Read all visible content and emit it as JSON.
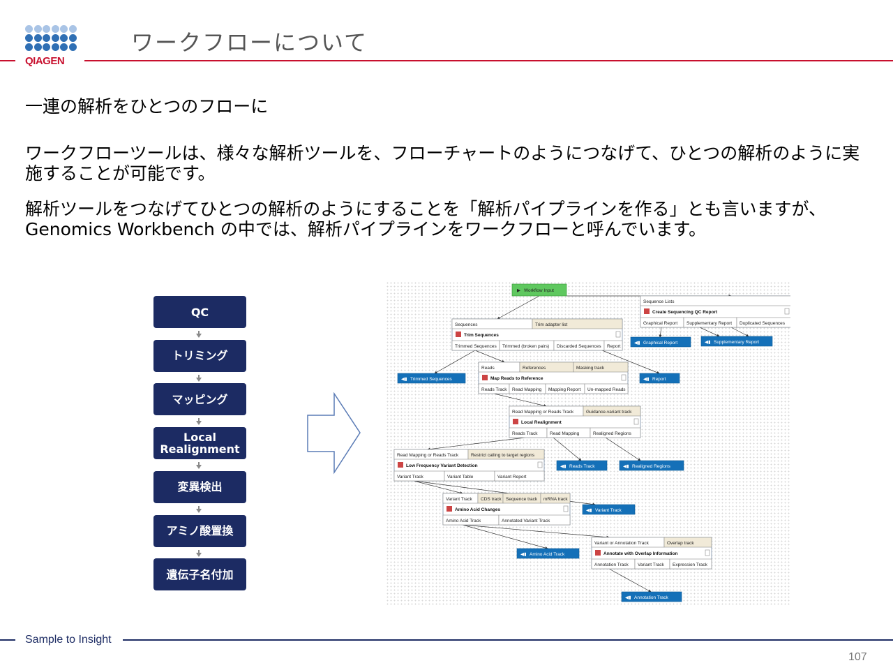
{
  "brand": {
    "logo_text": "QIAGEN",
    "accent": "#c8102e",
    "navy": "#1c2b63",
    "light_dot": "#a9c4e6",
    "dark_dot": "#2f6fb4"
  },
  "header": {
    "title": "ワークフローについて"
  },
  "content": {
    "subtitle": "一連の解析をひとつのフローに",
    "paragraph1": "ワークフローツールは、様々な解析ツールを、フローチャートのようにつなげて、ひとつの解析のように実施することが可能です。",
    "paragraph2": "解析ツールをつなげてひとつの解析のようにすることを「解析パイプラインを作る」とも言いますが、Genomics Workbench の中では、解析パイプラインをワークフローと呼んでいます。"
  },
  "flow": {
    "steps": [
      "QC",
      "トリミング",
      "マッピング",
      "Local\nRealignment",
      "変異検出",
      "アミノ酸置換",
      "遺伝子名付加"
    ]
  },
  "workflow": {
    "input": "Workflow Input",
    "create_qc": {
      "inputs": [
        "Sequence Lists"
      ],
      "title": "Create Sequencing QC Report",
      "outputs": [
        "Graphical Report",
        "Supplementary Report",
        "Duplicated Sequences"
      ]
    },
    "trim": {
      "inputs": [
        "Sequences",
        "Trim adapter list"
      ],
      "title": "Trim Sequences",
      "outputs": [
        "Trimmed Sequences",
        "Trimmed (broken pairs)",
        "Discarded Sequences",
        "Report"
      ]
    },
    "map": {
      "inputs": [
        "Reads",
        "References",
        "Masking track"
      ],
      "title": "Map Reads to Reference",
      "outputs": [
        "Reads Track",
        "Read Mapping",
        "Mapping Report",
        "Un-mapped Reads"
      ]
    },
    "realign": {
      "inputs": [
        "Read Mapping or Reads Track",
        "Guidance-variant track"
      ],
      "title": "Local Realignment",
      "outputs": [
        "Reads Track",
        "Read Mapping",
        "Realigned Regions"
      ]
    },
    "lowfreq": {
      "inputs": [
        "Read Mapping or Reads Track",
        "Restrict calling to target regions"
      ],
      "title": "Low Frequency Variant Detection",
      "outputs": [
        "Variant Track",
        "Variant Table",
        "Variant Report"
      ]
    },
    "amino": {
      "inputs": [
        "Variant Track",
        "CDS track",
        "Sequence track",
        "mRNA track"
      ],
      "title": "Amino Acid Changes",
      "outputs": [
        "Amino Acid Track",
        "Annotated Variant Track"
      ]
    },
    "annotate": {
      "inputs": [
        "Variant or Annotation Track",
        "Overlap track"
      ],
      "title": "Annotate with Overlap Information",
      "outputs": [
        "Annotation Track",
        "Variant Track",
        "Expression Track"
      ]
    },
    "outputs": {
      "graphical_report": "Graphical Report",
      "supplementary_report": "Supplementary Report",
      "trimmed_sequences": "Trimmed Sequences",
      "report": "Report",
      "reads_track": "Reads Track",
      "realigned_regions": "Realigned Regions",
      "variant_track": "Variant Track",
      "amino_acid_track": "Amino Acid Track",
      "annotation_track": "Annotation Track"
    }
  },
  "footer": {
    "tagline": "Sample to Insight",
    "page_number": "107"
  }
}
